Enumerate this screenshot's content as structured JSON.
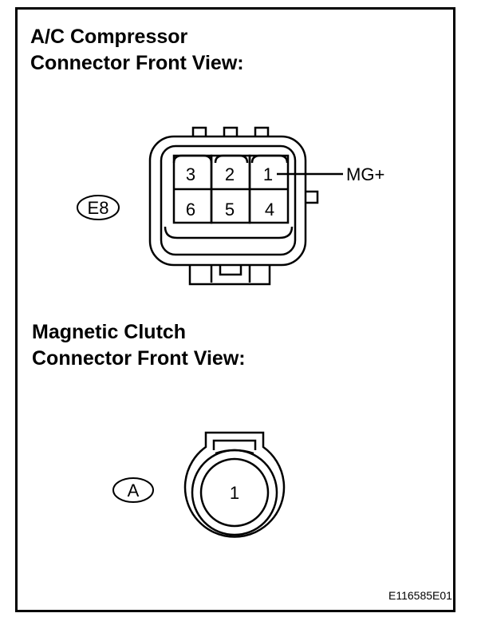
{
  "compressor": {
    "title": "A/C Compressor\nConnector Front View:",
    "connector_id": "E8",
    "pins_top": [
      "3",
      "2",
      "1"
    ],
    "pins_bottom": [
      "6",
      "5",
      "4"
    ],
    "pin1_label": "MG+"
  },
  "clutch": {
    "title": "Magnetic Clutch\nConnector Front View:",
    "connector_id": "A",
    "pin": "1"
  },
  "figure_code": "E116585E01"
}
